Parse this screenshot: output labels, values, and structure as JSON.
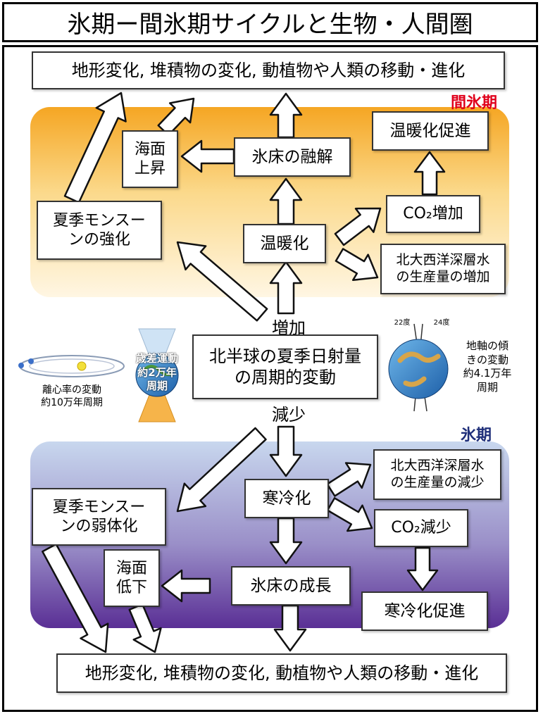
{
  "title": "氷期ー間氷期サイクルと生物・人間圏",
  "top_outcome": "地形変化, 堆積物の変化, 動植物や人類の移動・進化",
  "bottom_outcome": "地形変化, 堆積物の変化, 動植物や人類の移動・進化",
  "interglacial": {
    "label": "間氷期",
    "label_color": "#e0001b",
    "boxes": {
      "sea_rise": "海面\n上昇",
      "ice_melt": "氷床の融解",
      "warming_promotion": "温暖化促進",
      "monsoon": "夏季モンスー\nンの強化",
      "warming": "温暖化",
      "co2": "CO₂増加",
      "deep_water": "北大西洋深層水\nの生産量の増加"
    }
  },
  "glacial": {
    "label": "氷期",
    "label_color": "#1f2f7a",
    "boxes": {
      "deep_water": "北大西洋深層水\nの生産量の減少",
      "cooling": "寒冷化",
      "monsoon": "夏季モンスー\nンの弱体化",
      "co2": "CO₂減少",
      "sea_fall": "海面\n低下",
      "ice_growth": "氷床の成長",
      "cooling_promotion": "寒冷化促進"
    }
  },
  "center": {
    "increase": "増加",
    "main": "北半球の夏季日射量\nの周期的変動",
    "decrease": "減少"
  },
  "factors": {
    "eccentricity": "離心率の変動\n約10万年周期",
    "precession": "歳差運動\n約2万年\n周期",
    "obliquity": "地軸の傾\nきの変動\n約4.1万年\n周期",
    "angle_min": "22度",
    "angle_max": "24度"
  }
}
